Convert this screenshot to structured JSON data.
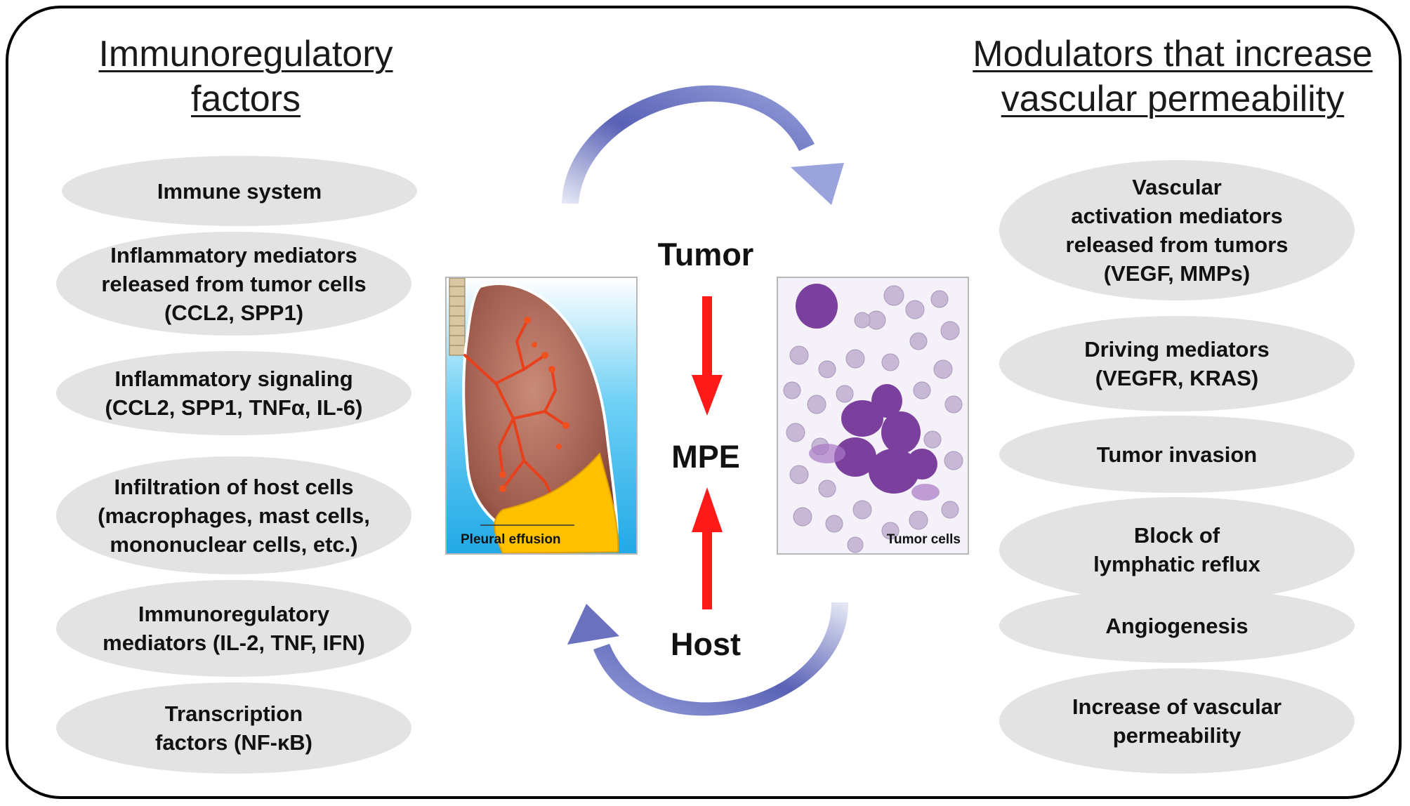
{
  "left_heading": {
    "line1": "Immunoregulatory",
    "line2": "factors"
  },
  "right_heading": {
    "line1": "Modulators that increase",
    "line2": "vascular  permeability"
  },
  "left_factors": [
    "Immune system",
    "Inflammatory mediators\nreleased from tumor cells\n(CCL2, SPP1)",
    "Inflammatory signaling\n(CCL2, SPP1, TNFα, IL-6)",
    "Infiltration of host cells\n(macrophages, mast cells,\nmononuclear cells, etc.)",
    "Immunoregulatory\nmediators (IL-2, TNF, IFN)",
    "Transcription\nfactors (NF-κB)"
  ],
  "right_factors": [
    "Vascular\nactivation mediators\nreleased from tumors\n(VEGF, MMPs)",
    "Driving mediators\n(VEGFR, KRAS)",
    "Tumor invasion",
    "Block of\nlymphatic reflux",
    "Angiogenesis",
    "Increase of vascular\npermeability"
  ],
  "center": {
    "top": "Tumor",
    "middle": "MPE",
    "bottom": "Host"
  },
  "images": {
    "lung_caption": "Pleural effusion",
    "cells_caption": "Tumor cells"
  },
  "colors": {
    "oval_fill": "#e3e3e3",
    "red_arrow": "#ff1a1a",
    "curve_arrow": "#5a63b8",
    "effusion": "#ffc000",
    "sky": "#29b6ee"
  }
}
